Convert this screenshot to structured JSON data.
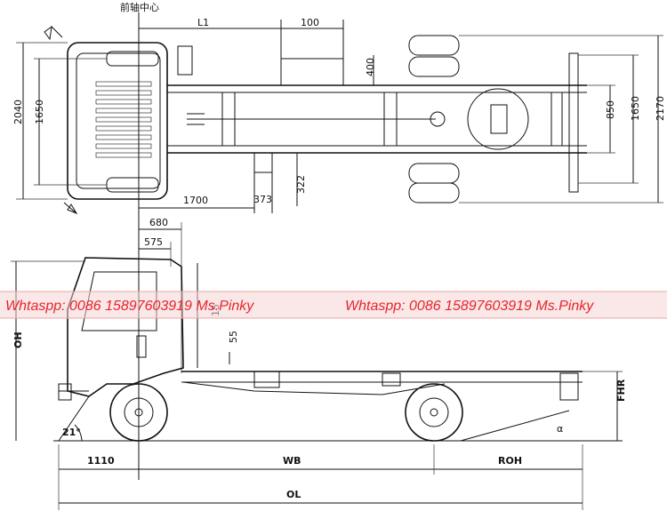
{
  "top_view": {
    "front_axle_center": "前轴中心",
    "dims": {
      "l1": "L1",
      "d100": "100",
      "d400": "400",
      "d2040": "2040",
      "d1650_left": "1650",
      "d850": "850",
      "d1650_right": "1650",
      "d2170": "2170",
      "d1700": "1700",
      "d373": "373",
      "d322": "322"
    }
  },
  "side_view": {
    "dims": {
      "d680": "680",
      "d575": "575",
      "d15": "15",
      "d55": "55",
      "oh": "OH",
      "fhr": "FHR",
      "angle_21": "21°",
      "alpha": "α",
      "d1110": "1110",
      "wb": "WB",
      "roh": "ROH",
      "ol": "OL"
    }
  },
  "watermark": {
    "left": "Whtaspp: 0086 15897603919 Ms.Pinky",
    "right": "Whtaspp: 0086 15897603919 Ms.Pinky"
  },
  "colors": {
    "watermark_text": "#e8252b",
    "band": "#f6d3d3"
  }
}
